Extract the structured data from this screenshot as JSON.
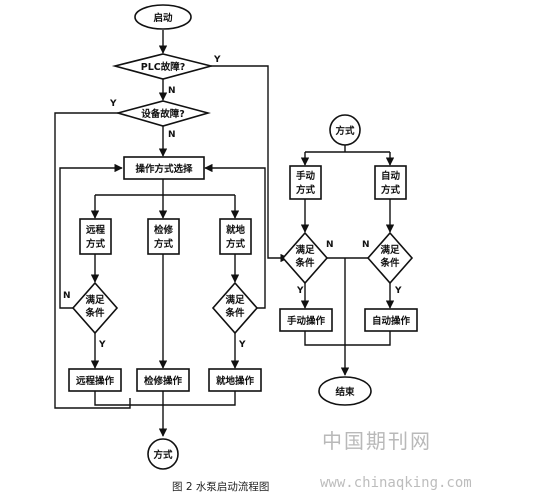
{
  "nodes": {
    "start": "启动",
    "plc_fault": "PLC故障?",
    "device_fault": "设备故障?",
    "mode_select": "操作方式选择",
    "remote_mode": [
      "远程",
      "方式"
    ],
    "repair_mode": [
      "检修",
      "方式"
    ],
    "local_mode": [
      "就地",
      "方式"
    ],
    "cond_left": [
      "满足",
      "条件"
    ],
    "cond_mid_left": [
      "满足",
      "条件"
    ],
    "remote_op": "远程操作",
    "repair_op": "检修操作",
    "local_op": "就地操作",
    "mode_bottom": "方式",
    "mode_right": "方式",
    "manual_mode": [
      "手动",
      "方式"
    ],
    "auto_mode": [
      "自动",
      "方式"
    ],
    "cond_right_a": [
      "满足",
      "条件"
    ],
    "cond_right_b": [
      "满足",
      "条件"
    ],
    "manual_op": "手动操作",
    "auto_op": "自动操作",
    "end": "结束"
  },
  "edge_labels": {
    "plc_yes": "Y",
    "plc_no": "N",
    "device_yes": "Y",
    "device_no": "N",
    "cond_left_no": "N",
    "cond_left_yes": "Y",
    "cond_mid_yes": "Y",
    "cond_ra_no": "N",
    "cond_ra_yes": "Y",
    "cond_rb_no": "N",
    "cond_rb_yes": "Y"
  },
  "caption": "图 2 水泵启动流程图",
  "watermark": {
    "cn": "中国期刊网",
    "url": "www.chinaqking.com"
  }
}
